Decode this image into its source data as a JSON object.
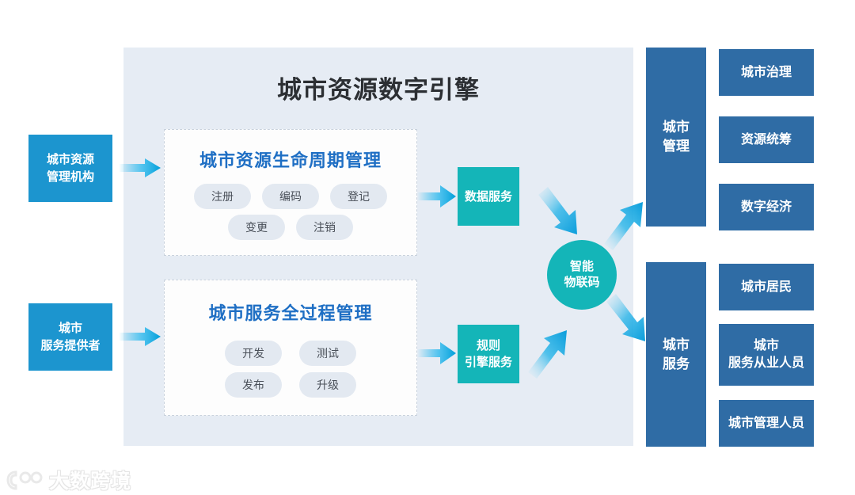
{
  "engine": {
    "title": "城市资源数字引擎",
    "cards": [
      {
        "title": "城市资源生命周期管理",
        "rows": [
          [
            "注册",
            "编码",
            "登记"
          ],
          [
            "变更",
            "注销"
          ]
        ]
      },
      {
        "title": "城市服务全过程管理",
        "rows": [
          [
            "开发",
            "测试"
          ],
          [
            "发布",
            "升级"
          ]
        ]
      }
    ]
  },
  "sources": [
    {
      "label": "城市资源\n管理机构",
      "line1": "城市资源",
      "line2": "管理机构"
    },
    {
      "label": "城市\n服务提供者",
      "line1": "城市",
      "line2": "服务提供者"
    }
  ],
  "services": [
    {
      "line1": "数据服务",
      "line2": ""
    },
    {
      "line1": "规则",
      "line2": "引擎服务"
    }
  ],
  "hub": {
    "line1": "智能",
    "line2": "物联码"
  },
  "outcomes": [
    {
      "bar_line1": "城市",
      "bar_line2": "管理",
      "leaves": [
        "城市治理",
        "资源统筹",
        "数字经济"
      ]
    },
    {
      "bar_line1": "城市",
      "bar_line2": "服务",
      "leaves": [
        "城市居民",
        "城市\n服务从业人员",
        "城市管理人员"
      ]
    }
  ],
  "outcome_leaf_lines": {
    "l0": [
      "城市治理"
    ],
    "l1": [
      "资源统筹"
    ],
    "l2": [
      "数字经济"
    ],
    "l3": [
      "城市居民"
    ],
    "l4a": "城市",
    "l4b": "服务从业人员",
    "l5": [
      "城市管理人员"
    ]
  },
  "watermark": {
    "text": "大数跨境",
    "logo": "logo-100-icon"
  },
  "colors": {
    "panel_bg": "#e6ecf4",
    "source_blue": "#1c95cf",
    "service_teal": "#14b5b8",
    "outcome_blue": "#2f6ca5",
    "card_title_blue": "#1f6fc4",
    "arrow_cyan": "#00aeef",
    "pill_bg": "#e3e9f1",
    "title_text": "#2c2f33"
  }
}
